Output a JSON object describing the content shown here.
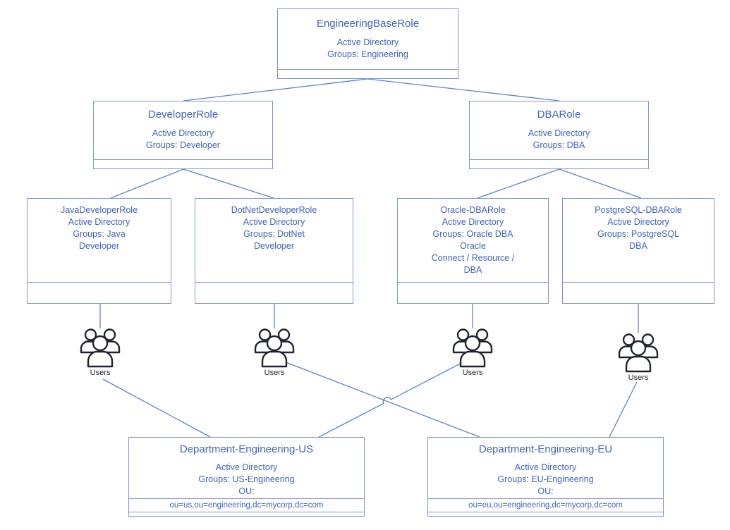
{
  "colors": {
    "box_border": "#7a96d9",
    "connector_line": "#5b82d6",
    "node_text": "#3f64c8",
    "users_icon": "#1f2430",
    "background": "#ffffff"
  },
  "users_label": "Users",
  "nodes": {
    "base": {
      "title": "EngineeringBaseRole",
      "lines": [
        "Active Directory",
        "Groups: Engineering"
      ]
    },
    "developer": {
      "title": "DeveloperRole",
      "lines": [
        "Active Directory",
        "Groups: Developer"
      ]
    },
    "dba": {
      "title": "DBARole",
      "lines": [
        "Active Directory",
        "Groups: DBA"
      ]
    },
    "java": {
      "lines": [
        "JavaDeveloperRole",
        "Active Directory",
        "Groups: Java",
        "Developer"
      ]
    },
    "dotnet": {
      "lines": [
        "DotNetDeveloperRole",
        "Active Directory",
        "Groups: DotNet",
        "Developer"
      ]
    },
    "oracle": {
      "lines": [
        "Oracle-DBARole",
        "Active Directory",
        "Groups: Oracle DBA",
        "Oracle",
        "Connect / Resource /",
        "DBA"
      ]
    },
    "postgres": {
      "lines": [
        "PostgreSQL-DBARole",
        "Active Directory",
        "Groups: PostgreSQL",
        "DBA"
      ]
    },
    "dept_us": {
      "title": "Department-Engineering-US",
      "lines": [
        "Active Directory",
        "Groups: US-Engineering",
        "OU:"
      ],
      "ou": "ou=us,ou=engineering,dc=mycorp,dc=com"
    },
    "dept_eu": {
      "title": "Department-Engineering-EU",
      "lines": [
        "Active Directory",
        "Groups: EU-Engineering",
        "OU:"
      ],
      "ou": "ou=eu,ou=engineering,dc=mycorp,dc=com"
    }
  }
}
